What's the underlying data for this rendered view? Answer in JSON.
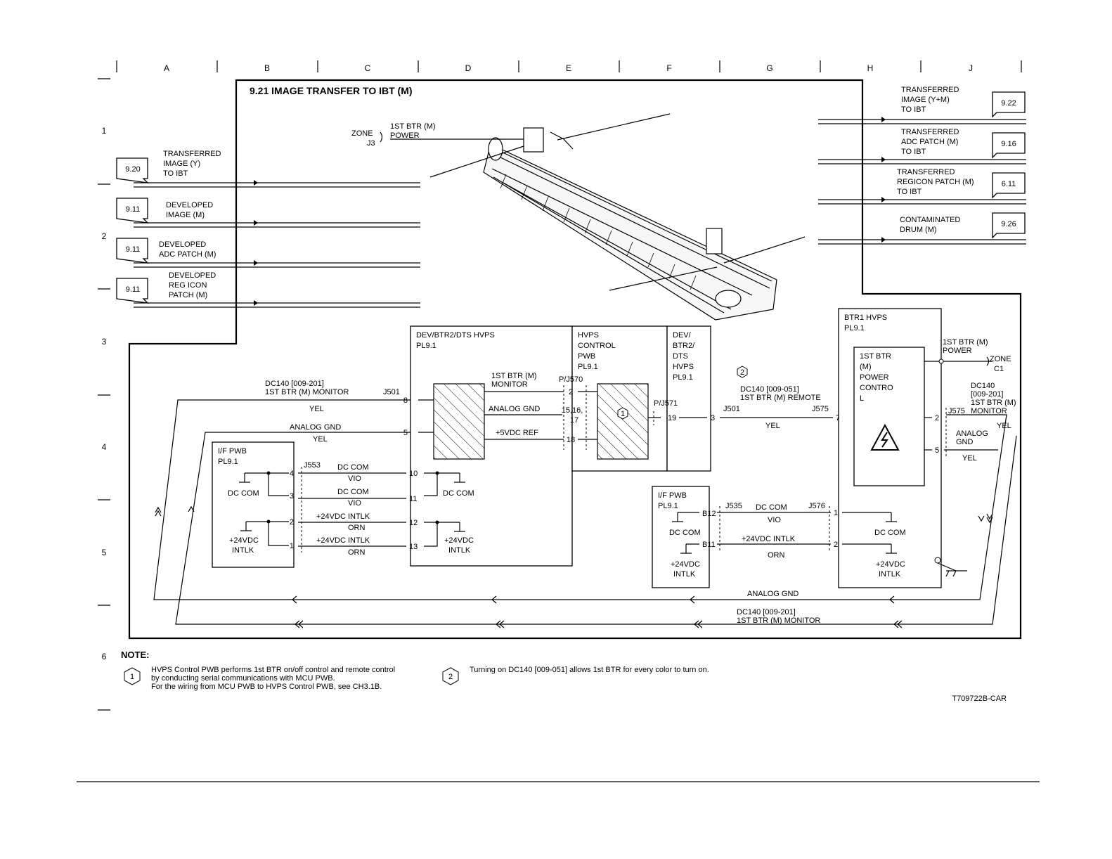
{
  "diagram": {
    "title": "9.21 IMAGE TRANSFER TO IBT (M)",
    "columns": [
      "A",
      "B",
      "C",
      "D",
      "E",
      "F",
      "G",
      "H",
      "J"
    ],
    "rows": [
      "1",
      "2",
      "3",
      "4",
      "5",
      "6"
    ],
    "zone_j3": [
      "ZONE",
      "J3"
    ],
    "btr_power_label": [
      "1ST BTR (M)",
      "POWER"
    ],
    "inputs": [
      {
        "ref": "9.20",
        "label": [
          "TRANSFERRED",
          "IMAGE (Y)",
          "TO IBT"
        ]
      },
      {
        "ref": "9.11",
        "label": [
          "DEVELOPED",
          "IMAGE (M)"
        ]
      },
      {
        "ref": "9.11",
        "label": [
          "DEVELOPED",
          "ADC PATCH (M)"
        ]
      },
      {
        "ref": "9.11",
        "label": [
          "DEVELOPED",
          "REG ICON",
          "PATCH (M)"
        ]
      }
    ],
    "outputs": [
      {
        "ref": "9.22",
        "label": [
          "TRANSFERRED",
          "IMAGE (Y+M)",
          "TO IBT"
        ]
      },
      {
        "ref": "9.16",
        "label": [
          "TRANSFERRED",
          "ADC PATCH (M)",
          "TO IBT"
        ]
      },
      {
        "ref": "6.11",
        "label": [
          "TRANSFERRED",
          "REGICON PATCH (M)",
          "TO IBT"
        ]
      },
      {
        "ref": "9.26",
        "label": [
          "CONTAMINATED",
          "DRUM (M)"
        ]
      }
    ],
    "hvps_box": [
      "DEV/BTR2/DTS HVPS",
      "PL9.1"
    ],
    "control_box": [
      "HVPS",
      "CONTROL",
      "PWB",
      "PL9.1"
    ],
    "dev_box": [
      "DEV/",
      "BTR2/",
      "DTS",
      "HVPS",
      "PL9.1"
    ],
    "btr1_box": [
      "BTR1 HVPS",
      "PL9.1"
    ],
    "btr_ctrl_box": [
      "1ST BTR",
      "(M)",
      "POWER",
      "CONTRO",
      "L"
    ],
    "ifpwb": [
      "I/F PWB",
      "PL9.1"
    ],
    "ifpwb2": [
      "I/F PWB",
      "PL9.1"
    ],
    "sig": {
      "dc140_mon": [
        "DC140 [009-201]",
        "1ST BTR (M) MONITOR"
      ],
      "dc140_rem": [
        "DC140 [009-051]",
        "1ST BTR (M) REMOTE"
      ],
      "dc140_right": [
        "DC140",
        "[009-201]",
        "1ST BTR (M)",
        "MONITOR"
      ],
      "btr_monitor": [
        "1ST BTR (M)",
        "MONITOR"
      ],
      "btr_power2": [
        "1ST BTR (M)",
        "POWER"
      ],
      "zone_c1": [
        "ZONE",
        "C1"
      ],
      "yel": "YEL",
      "analog_gnd": "ANALOG GND",
      "analog_gnd_stack": [
        "ANALOG",
        "GND"
      ],
      "ref5v": "+5VDC REF",
      "dc_com": "DC COM",
      "vio": "VIO",
      "intlk": "+24VDC INTLK",
      "orn": "ORN",
      "intlk_stack": [
        "+24VDC",
        "INTLK"
      ],
      "j501": "J501",
      "j553": "J553",
      "j535": "J535",
      "j576": "J576",
      "j575": "J575",
      "pj570": "P/J570",
      "pj571": "P/J571",
      "b12": "B12",
      "b11": "B11",
      "pins_15_16": "15,16,",
      "pin_17": "17",
      "pins": {
        "p1": "1",
        "p2": "2",
        "p3": "3",
        "p4": "4",
        "p5": "5",
        "p7": "7",
        "p8": "8",
        "p10": "10",
        "p11": "11",
        "p12": "12",
        "p13": "13",
        "p18": "18",
        "p19": "19"
      }
    },
    "notes": {
      "heading": "NOTE:",
      "n1_num": "1",
      "n1": [
        "HVPS Control PWB performs 1st BTR on/off control and remote control",
        "by conducting serial communications with MCU PWB.",
        "For the wiring from MCU PWB to HVPS Control PWB, see CH3.1B."
      ],
      "n2_num": "2",
      "n2": "Turning on DC140 [009-051] allows 1st BTR for every color to turn on."
    },
    "ref_code": "T709722B-CAR"
  }
}
